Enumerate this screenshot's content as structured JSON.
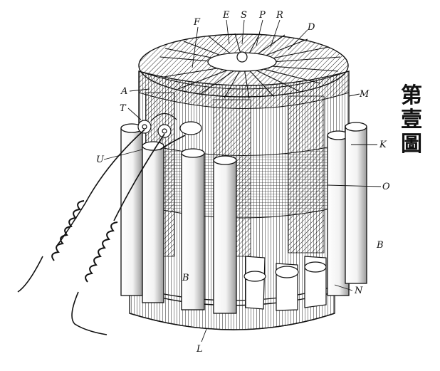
{
  "figure": {
    "title_chars": [
      "第",
      "壹",
      "圖"
    ],
    "labels": {
      "F": "F",
      "E": "E",
      "S": "S",
      "P": "P",
      "R": "R",
      "D": "D",
      "A": "A",
      "T": "T",
      "M": "M",
      "K": "K",
      "U": "U",
      "O": "O",
      "B": "B",
      "B2": "B",
      "N": "N",
      "L": "L"
    }
  }
}
